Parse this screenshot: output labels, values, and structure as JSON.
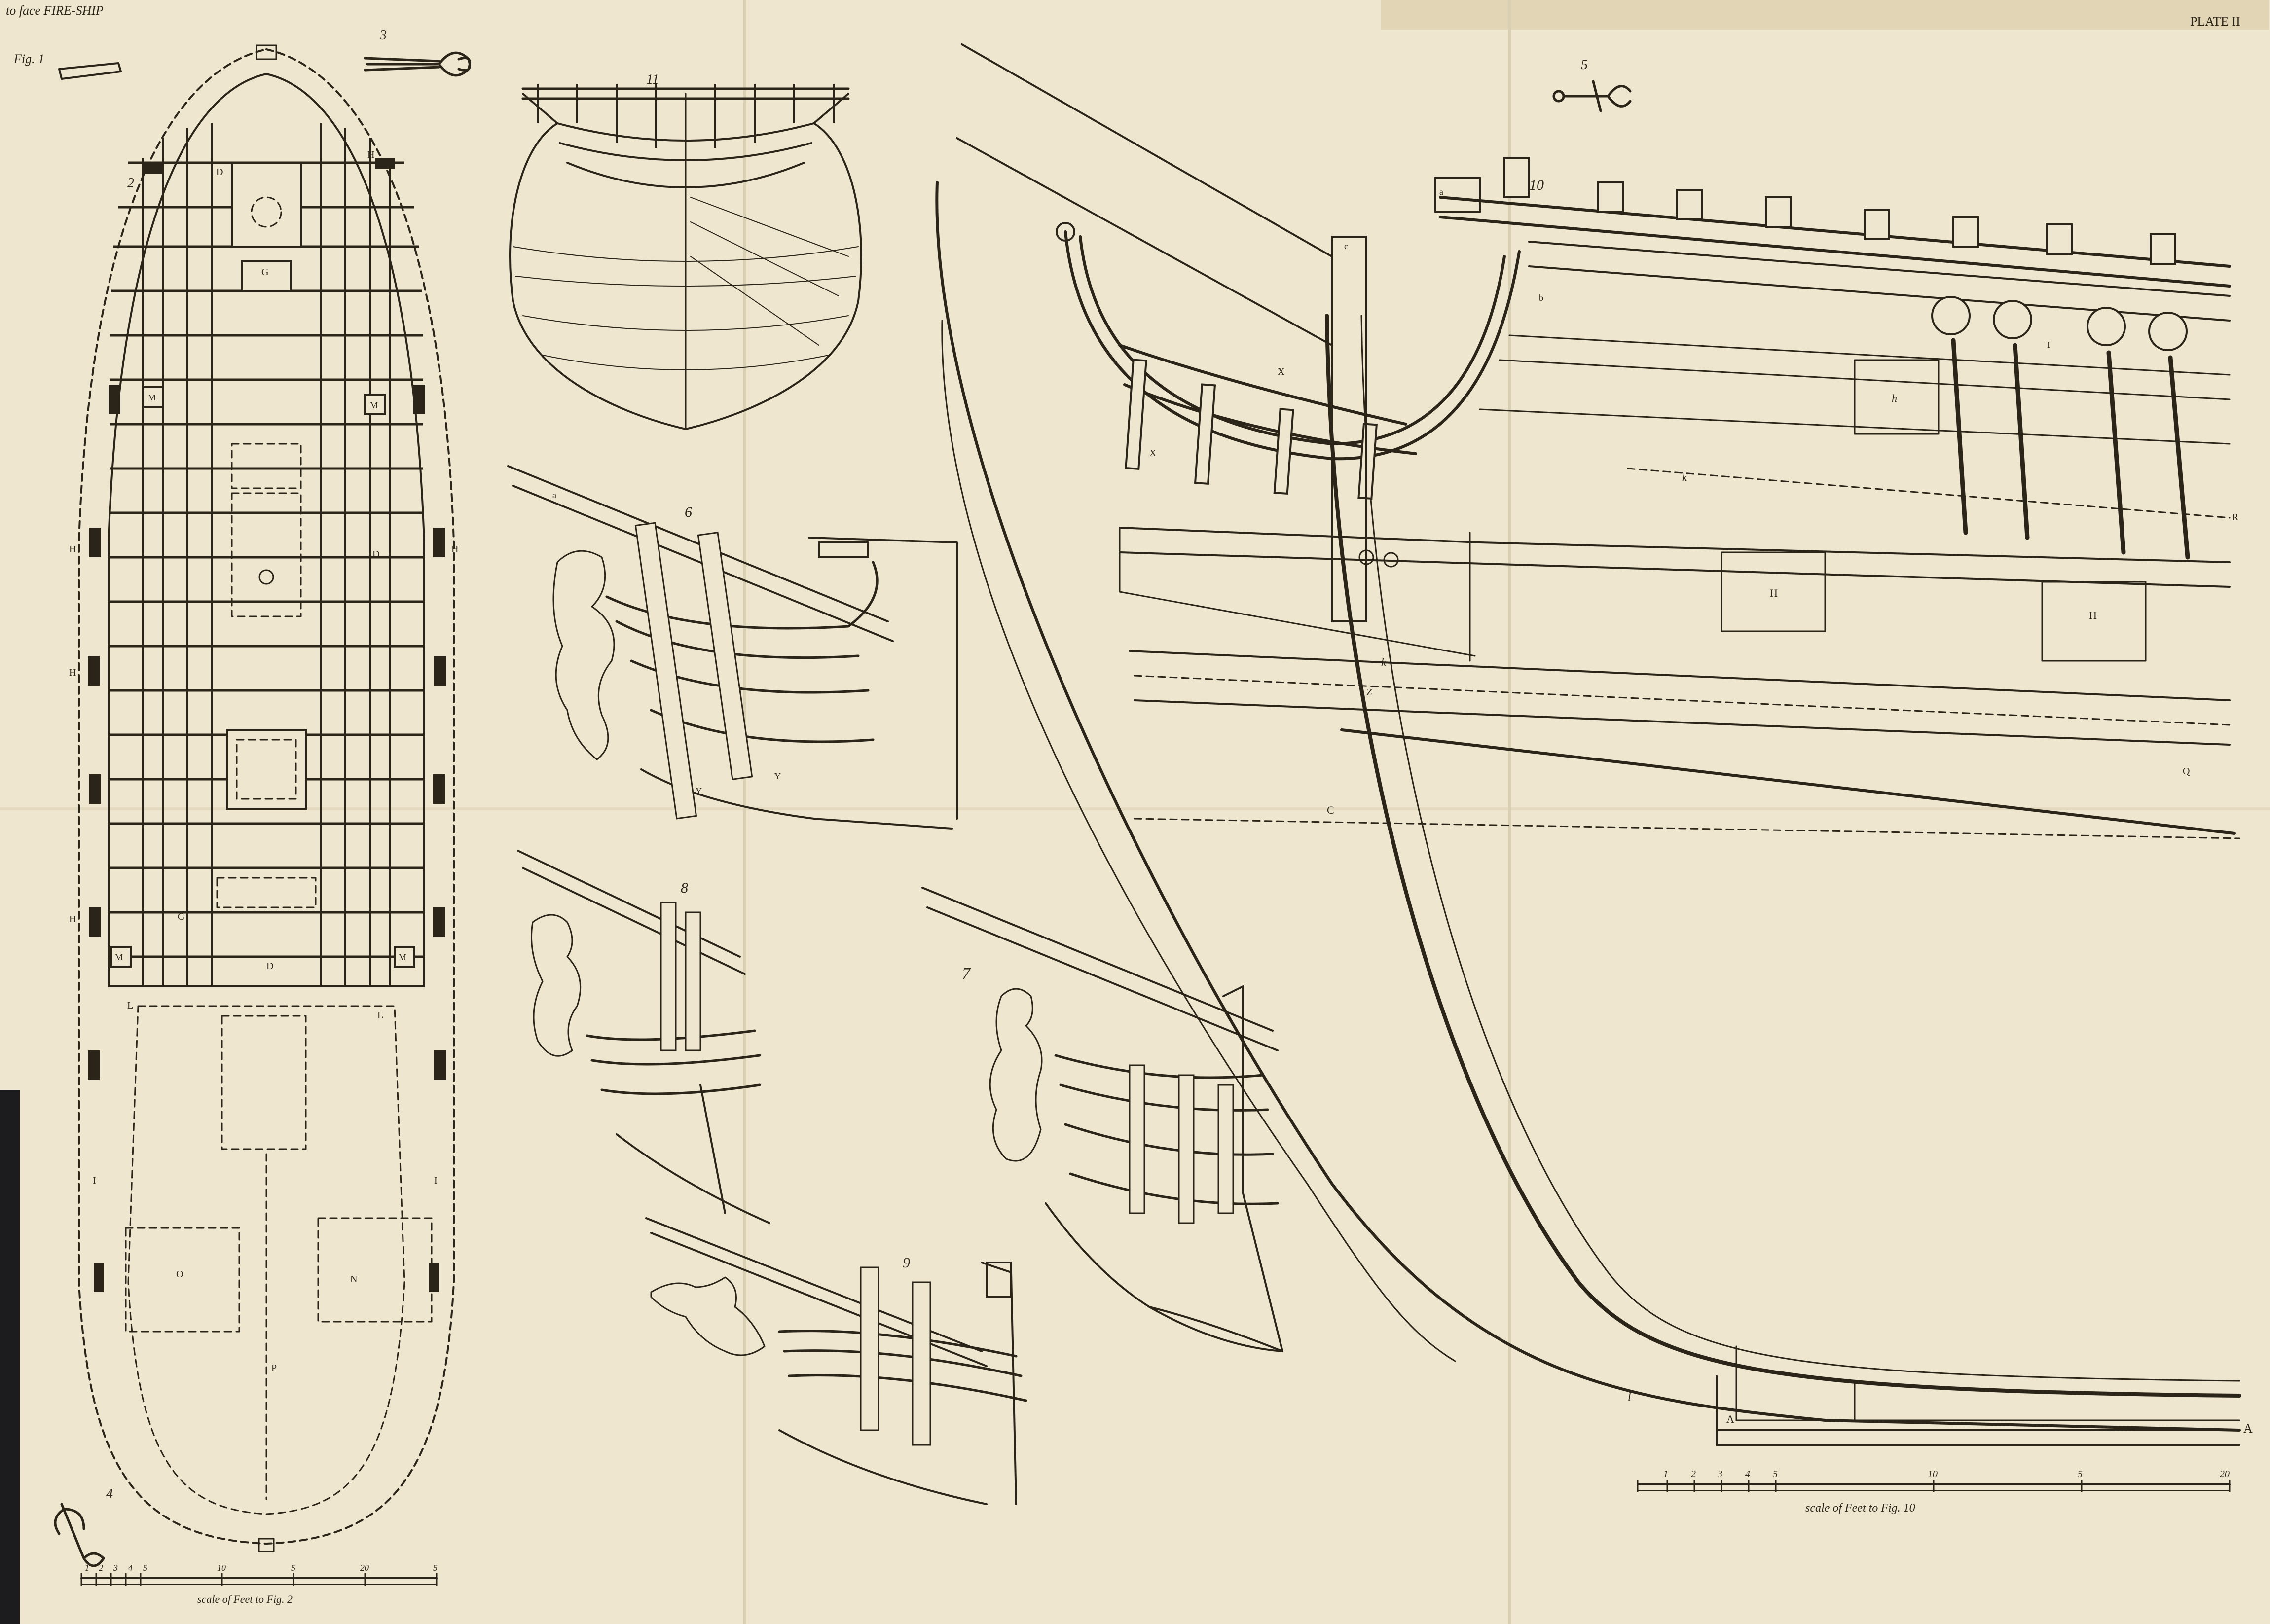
{
  "plate": {
    "header_left": "to face FIRE-SHIP",
    "header_right": "PLATE II",
    "paper_color": "#efe6cf",
    "ink_color": "#2b2419"
  },
  "figure_numbers": {
    "fig1": "Fig. 1",
    "fig2": "2",
    "fig3": "3",
    "fig4": "4",
    "fig5": "5",
    "fig6": "6",
    "fig7": "7",
    "fig8": "8",
    "fig9": "9",
    "fig10": "10",
    "fig11": "11"
  },
  "deck_plan_letters": {
    "D": "D",
    "G": "G",
    "H": "H",
    "M": "M",
    "L": "L",
    "I": "I",
    "O": "O",
    "N": "N",
    "P": "P"
  },
  "profile_letters": {
    "a": "a",
    "b": "b",
    "c": "c",
    "X": "X",
    "k": "k",
    "h": "h",
    "H": "H",
    "I": "I",
    "R": "R",
    "Z": "Z",
    "Q": "Q",
    "C": "C",
    "A": "A",
    "l": "l",
    "Y": "Y"
  },
  "scale_fig2": {
    "caption": "scale of Feet to Fig. 2",
    "ticks": [
      "1",
      "2",
      "3",
      "4",
      "5",
      "10",
      "5",
      "20",
      "5"
    ]
  },
  "scale_fig10": {
    "caption": "scale of Feet to Fig. 10",
    "ticks": [
      "1",
      "2",
      "3",
      "4",
      "5",
      "10",
      "5",
      "20"
    ]
  }
}
